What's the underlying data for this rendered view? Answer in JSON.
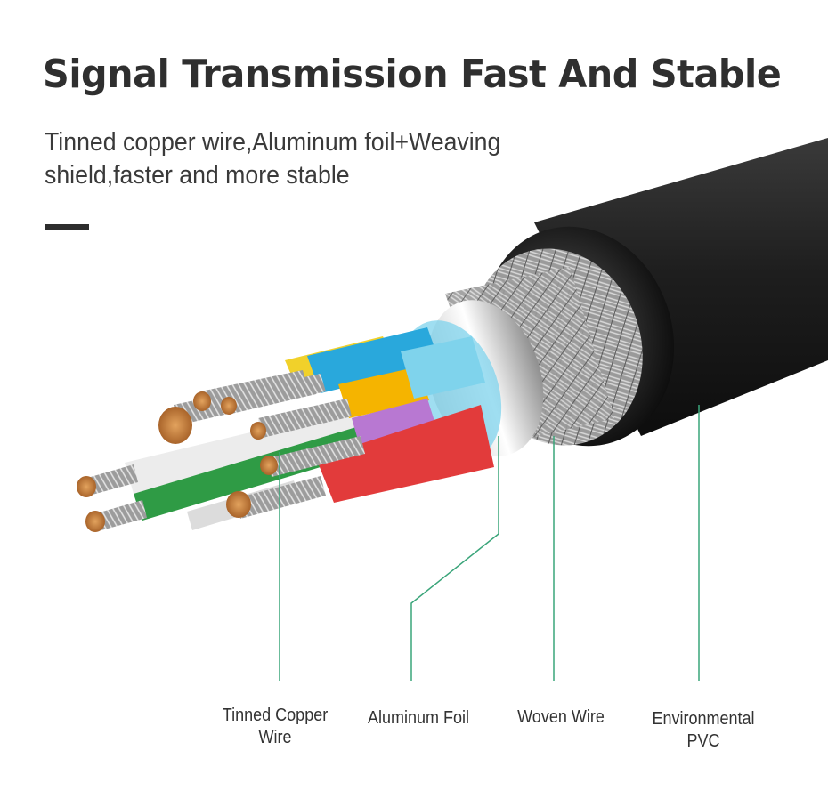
{
  "title": "Signal Transmission Fast And Stable",
  "subtitle": {
    "line1": "Tinned copper wire,Aluminum foil+Weaving",
    "line2": "shield,faster and more stable"
  },
  "labels": [
    {
      "lines": [
        "Tinned Copper",
        "Wire"
      ]
    },
    {
      "lines": [
        "Aluminum Foil"
      ]
    },
    {
      "lines": [
        "Woven Wire"
      ]
    },
    {
      "lines": [
        "Environmental",
        "PVC"
      ]
    }
  ],
  "colors": {
    "callout_line": "#3aa57a",
    "jacket": "#1c1c1c",
    "copper": "#c8813a",
    "wire_yellow": "#f1d12a",
    "wire_blue": "#29a8dc",
    "wire_orange": "#f5b400",
    "wire_purple": "#b878d2",
    "wire_red": "#e23b3b",
    "wire_white": "#ececec",
    "wire_green": "#2f9b45",
    "foil_blue": "#7fd3ec"
  }
}
